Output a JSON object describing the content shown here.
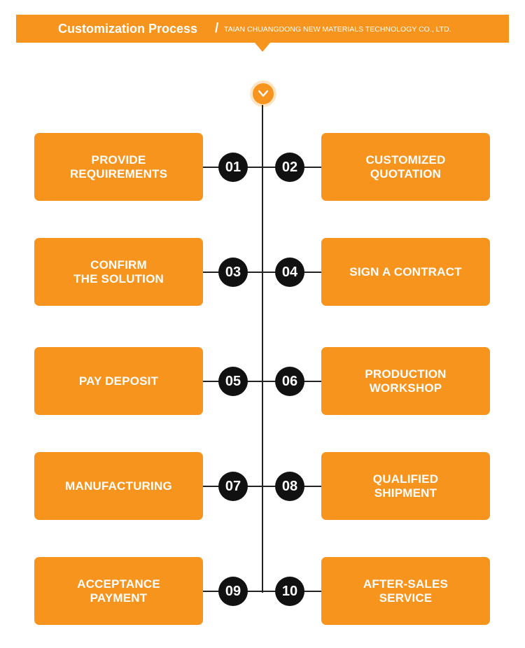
{
  "header": {
    "title": "Customization Process",
    "separator": "/",
    "company": "TAIAN CHUANGDONG NEW MATERIALS TECHNOLOGY CO., LTD."
  },
  "colors": {
    "accent": "#f7941d",
    "number_badge": "#111111",
    "text": "#ffffff"
  },
  "top_icon": "chevron-down-icon",
  "steps": [
    {
      "number": "01",
      "label": "PROVIDE\nREQUIREMENTS"
    },
    {
      "number": "02",
      "label": "CUSTOMIZED\nQUOTATION"
    },
    {
      "number": "03",
      "label": "CONFIRM\nTHE SOLUTION"
    },
    {
      "number": "04",
      "label": "SIGN A CONTRACT"
    },
    {
      "number": "05",
      "label": "PAY DEPOSIT"
    },
    {
      "number": "06",
      "label": "PRODUCTION\nWORKSHOP"
    },
    {
      "number": "07",
      "label": "MANUFACTURING"
    },
    {
      "number": "08",
      "label": "QUALIFIED\nSHIPMENT"
    },
    {
      "number": "09",
      "label": "ACCEPTANCE\nPAYMENT"
    },
    {
      "number": "10",
      "label": "AFTER-SALES\nSERVICE"
    }
  ]
}
